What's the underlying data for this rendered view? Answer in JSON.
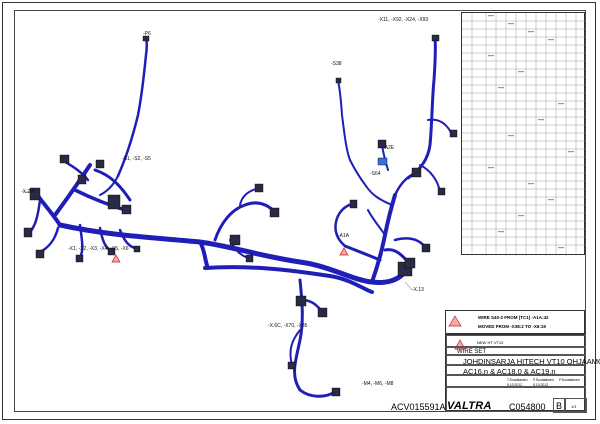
{
  "connectors": {
    "p6": "-P6",
    "x11": "-X11, -X92, -X24, -X93",
    "s38": "-S38",
    "a2e": "-A2E",
    "s64": "-S64",
    "s1": "-S1, -S2, -S5",
    "x2m": "-X.2M",
    "x1": "-X1, -X2, -X3, -X4, -X5, -X6",
    "a1a": "-A1A",
    "x13": "-X.13",
    "x6c": "-X.6C, -X70, -X35",
    "m4": "-M4, -M6, -M8"
  },
  "revision_note": {
    "line1": "WIRE S40-2 FROM (TC1) -A1A:42",
    "line2": "MOVED FROM -X38:2 TO -X6:19"
  },
  "title_block": {
    "project": "NEW HT VT10",
    "label": "WIRE SET",
    "title": "JOHDINSARJA HITECH VT10 OHJAAMO",
    "subtitle": "AC16.n & AC18.0 & AC19.n",
    "drawing_no": "ACV015591A",
    "brand": "VALTRA",
    "part_no": "C054800",
    "revision": "B",
    "sheet": "1/1",
    "designer": "T.Suutalainen",
    "checker": "P.Suutalainen",
    "approver": "P.Suutalainen",
    "date1": "5.10.2012",
    "date2": "5.10.2012"
  },
  "colors": {
    "harness": "#1f1fb8",
    "harness_dark": "#0e0e7a",
    "frame": "#333333",
    "warning_fill": "#f4a8a8",
    "warning_stroke": "#c0202a"
  },
  "icons": [
    "warning-triangle-icon",
    "harness-branch",
    "connector-block"
  ]
}
